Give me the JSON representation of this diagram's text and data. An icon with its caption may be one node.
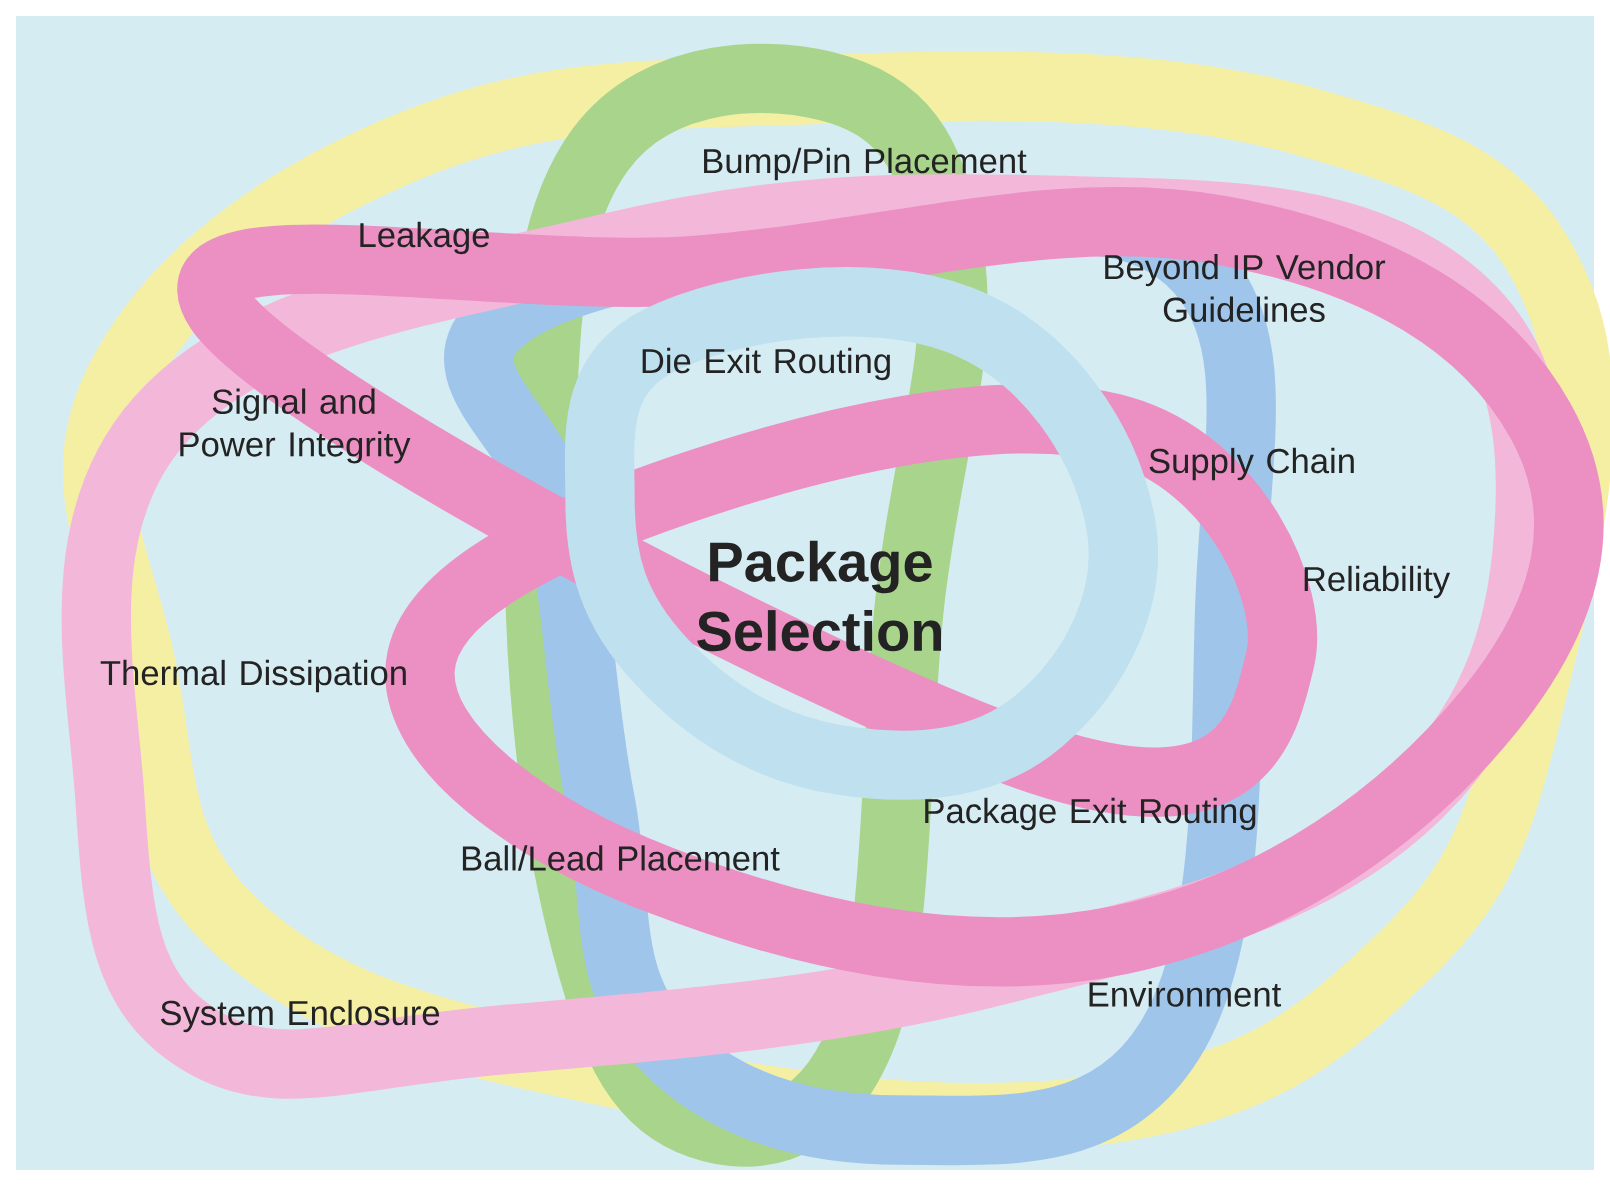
{
  "diagram": {
    "labels": [
      "Bump/Pin Placement",
      "Leakage",
      "Beyond IP Vendor Guidelines",
      "Signal and Power Integrity",
      "Die Exit Routing",
      "Supply Chain",
      "Package Selection",
      "Reliability",
      "Thermal Dissipation",
      "Package Exit Routing",
      "Ball/Lead Placement",
      "System Enclosure",
      "Environment"
    ]
  }
}
